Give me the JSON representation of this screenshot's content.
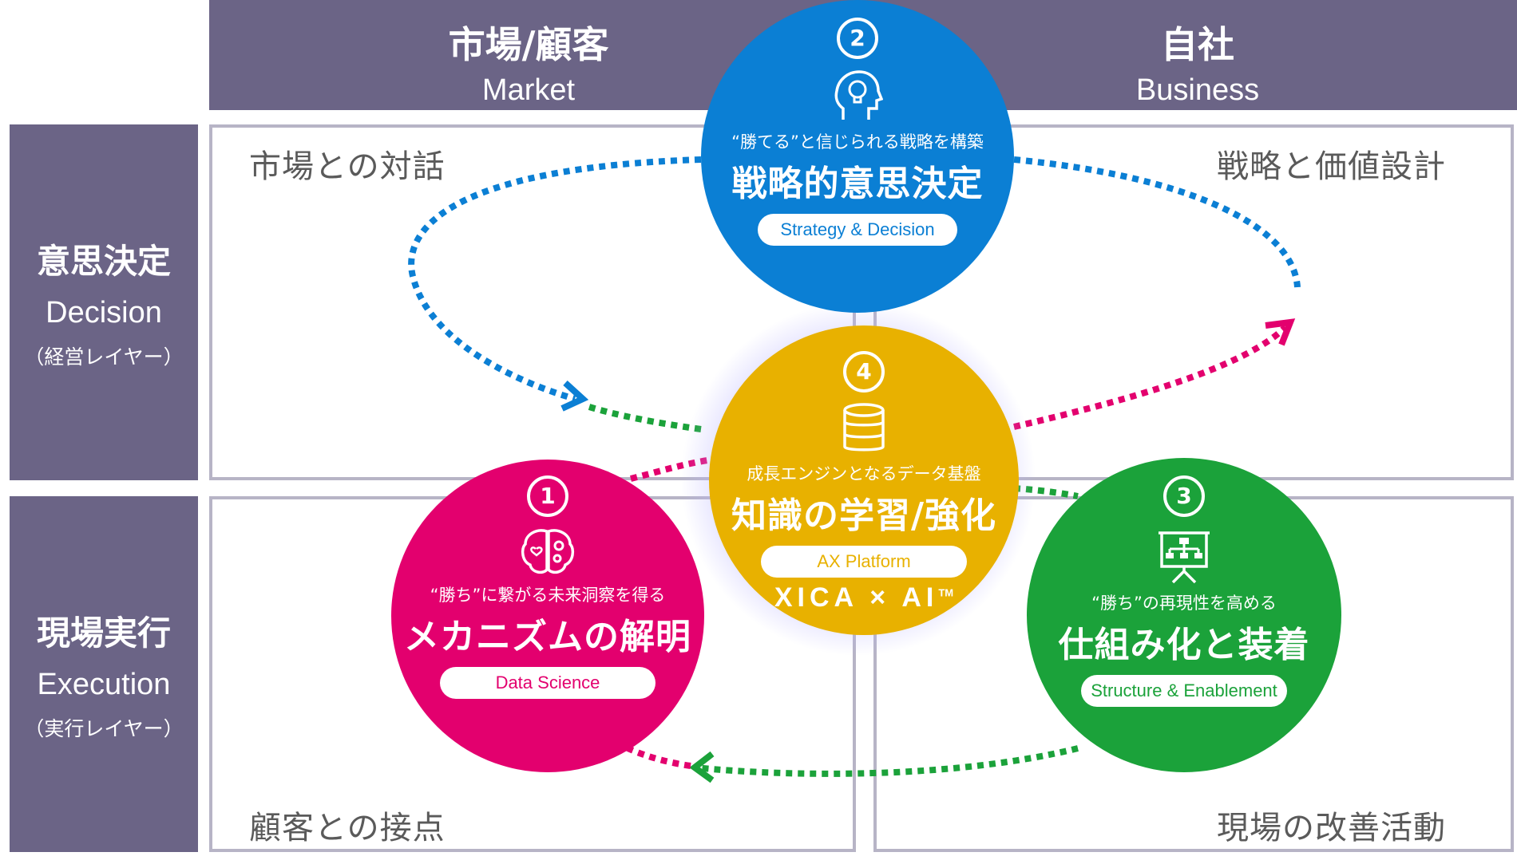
{
  "columns": {
    "market": {
      "jp": "市場/顧客",
      "en": "Market"
    },
    "business": {
      "jp": "自社",
      "en": "Business"
    }
  },
  "rows": {
    "decision": {
      "jp": "意思決定",
      "en": "Decision",
      "sub": "（経営レイヤー）"
    },
    "execution": {
      "jp": "現場実行",
      "en": "Execution",
      "sub": "（実行レイヤー）"
    }
  },
  "quadrants": {
    "top_left": "市場との対話",
    "top_right": "戦略と価値設計",
    "bottom_left": "顧客との接点",
    "bottom_right": "現場の改善活動"
  },
  "circles": {
    "strategy": {
      "number": "2",
      "tagline": "“勝てる”と信じられる戦略を構築",
      "title": "戦略的意思決定",
      "pill": "Strategy & Decision",
      "color": "#0b7fd4",
      "icon": "head-lightbulb-icon"
    },
    "platform": {
      "number": "4",
      "tagline": "成長エンジンとなるデータ基盤",
      "title": "知識の学習/強化",
      "pill": "AX Platform",
      "logo": "XICA × AI",
      "logo_tm": "TM",
      "color": "#e8b100",
      "icon": "database-icon"
    },
    "science": {
      "number": "1",
      "tagline": "“勝ち”に繋がる未来洞察を得る",
      "title": "メカニズムの解明",
      "pill": "Data Science",
      "color": "#e3006e",
      "icon": "brain-icon"
    },
    "structure": {
      "number": "3",
      "tagline": "“勝ち”の再現性を高める",
      "title": "仕組み化と装着",
      "pill": "Structure & Enablement",
      "color": "#1ba23a",
      "icon": "presentation-board-icon"
    }
  },
  "colors": {
    "band": "#6b6486",
    "border": "#b7b4c6",
    "blue": "#0b7fd4",
    "green": "#1ba23a",
    "pink": "#e3006e",
    "yellow": "#e8b100"
  }
}
